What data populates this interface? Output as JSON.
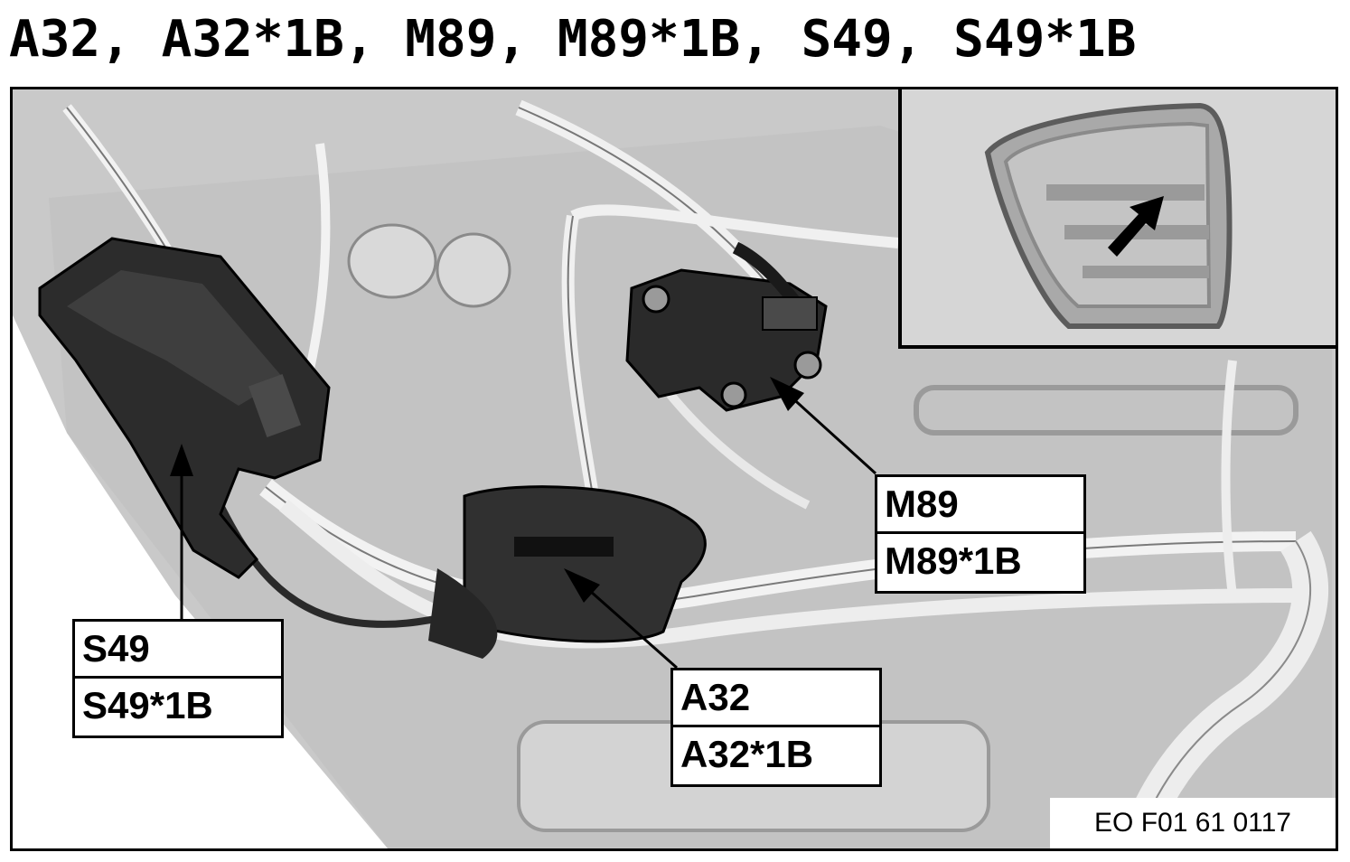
{
  "title": "A32, A32*1B, M89, M89*1B, S49, S49*1B",
  "labels": {
    "m89": [
      "M89",
      "M89*1B"
    ],
    "a32": [
      "A32",
      "A32*1B"
    ],
    "s49": [
      "S49",
      "S49*1B"
    ]
  },
  "reference_code": "EO F01 61 0117"
}
